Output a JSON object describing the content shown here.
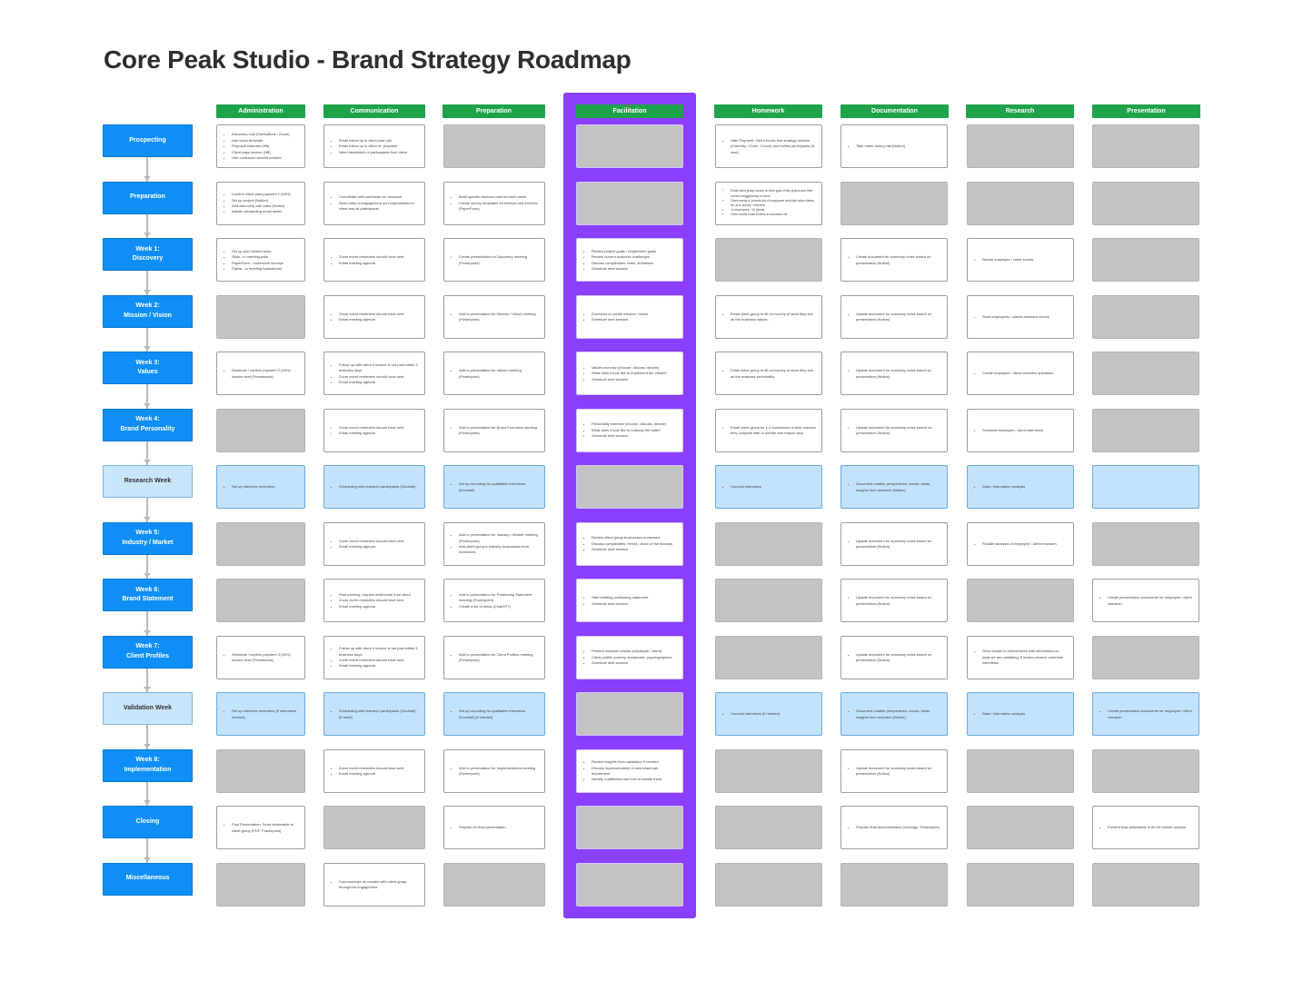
{
  "title": "Core Peak Studio - Brand Strategy Roadmap",
  "colors": {
    "header_green": "#1fa34a",
    "phase_blue": "#0f8ff5",
    "research_light_blue": "#c3e2fb",
    "facilitation_purple": "#8a3ffc",
    "placeholder_gray": "#c3c3c3"
  },
  "columns": [
    "Administration",
    "Communication",
    "Preparation",
    "Facilitation",
    "Homework",
    "Documentation",
    "Research",
    "Presentation"
  ],
  "phases": [
    {
      "lines": [
        "Prospecting"
      ],
      "style": "normal"
    },
    {
      "lines": [
        "Preparation"
      ],
      "style": "normal"
    },
    {
      "lines": [
        "Week 1:",
        "Discovery"
      ],
      "style": "normal"
    },
    {
      "lines": [
        "Week 2:",
        "Mission / Vision"
      ],
      "style": "normal"
    },
    {
      "lines": [
        "Week 3:",
        "Values"
      ],
      "style": "normal"
    },
    {
      "lines": [
        "Week 4:",
        "Brand Personality"
      ],
      "style": "normal"
    },
    {
      "lines": [
        "Research Week"
      ],
      "style": "research"
    },
    {
      "lines": [
        "Week 5:",
        "Industry / Market"
      ],
      "style": "normal"
    },
    {
      "lines": [
        "Week 6:",
        "Brand Statement"
      ],
      "style": "normal"
    },
    {
      "lines": [
        "Week 7:",
        "Client Profiles"
      ],
      "style": "normal"
    },
    {
      "lines": [
        "Validation Week"
      ],
      "style": "research"
    },
    {
      "lines": [
        "Week 8:",
        "Implementation"
      ],
      "style": "normal"
    },
    {
      "lines": [
        "Closing"
      ],
      "style": "normal"
    },
    {
      "lines": [
        "Miscellaneous"
      ],
      "style": "normal"
    }
  ],
  "rows": [
    {
      "cells": [
        {
          "items": [
            "Discovery Call (HoneyBook / Zoom)",
            "Use script template",
            "Proposal estimate (HB)",
            "Client pays invoice (HB)",
            "Hire contractor when/if needed"
          ]
        },
        {
          "items": [
            "Email follow up to client past call",
            "Email follow up to client re: proposer",
            "Need facsimile/s of participants from client"
          ]
        },
        {
          "items": []
        },
        {
          "items": []
        },
        {
          "items": [
            "After Payment: Client books first strategy session (Calendly / Zoom, 3-hour) and invites participants (5 max)"
          ]
        },
        {
          "items": [
            "Take notes during call (Notion)"
          ]
        },
        {
          "items": []
        },
        {
          "items": []
        }
      ]
    },
    {
      "cells": [
        {
          "items": [
            "Confirm client paid payment 1 (40%)",
            "Set up project (Notion)",
            "Add discovery call notes (Notion)",
            "Initiate onboarding email series"
          ]
        },
        {
          "items": [
            "Coordinate with contractor re: research",
            "Send rules of engagement and expectations to client and all participants"
          ]
        },
        {
          "items": [
            "Build specific exercise plan for each week",
            "Create survey templates for internal and external (PaperForm)"
          ]
        },
        {
          "items": []
        },
        {
          "items": [
            "Email client group survey re: their goal of this project and their current struggles/why in focus",
            "Client needs to provide list of employees and high value clients for us to survey / interview",
            "10 employees / 10 clients",
            "Client sends email to them to introduce me"
          ],
          "small": true
        },
        {
          "items": []
        },
        {
          "items": []
        },
        {
          "items": []
        }
      ]
    },
    {
      "cells": [
        {
          "items": [
            "Set up any needed tools:",
            "Slido - in meeting polls",
            "PaperForm - homework surveys",
            "Figma - in meeting brainstorms"
          ]
        },
        {
          "items": [
            "Zoom event reminders should have sent",
            "Email meeting agenda"
          ]
        },
        {
          "items": [
            "Create presentation for Discovery meeting (Powerpoint)"
          ]
        },
        {
          "items": [
            "Review project goals / department goals",
            "Review current business challenges",
            "Discuss complexities, fears, limitations",
            "Schedule next session"
          ]
        },
        {
          "items": []
        },
        {
          "items": [
            "Create document for summary notes based on presentation (Notion)"
          ]
        },
        {
          "items": [
            "Revise employee / client survey"
          ]
        },
        {
          "items": []
        }
      ]
    },
    {
      "cells": [
        {
          "items": []
        },
        {
          "items": [
            "Zoom event reminders should have sent",
            "Email meeting agenda"
          ]
        },
        {
          "items": [
            "Add to presentation for Mission / Vision meeting (Powerpoint)"
          ]
        },
        {
          "items": [
            "Exercises to create mission / vision",
            "Schedule next session"
          ]
        },
        {
          "items": [
            "Email client group to fill out survey of what they see as the business values."
          ]
        },
        {
          "items": [
            "Update document for summary notes based on presentation (Notion)"
          ]
        },
        {
          "items": [
            "Send employees / clients research survey"
          ]
        },
        {
          "items": []
        }
      ]
    },
    {
      "cells": [
        {
          "items": [
            "Schedule / confirm payment 2 (30%) invoice sent (Freshbooks)"
          ]
        },
        {
          "items": [
            "Follow up with client if invoice is not paid within 3 business days",
            "Zoom event reminders should have sent",
            "Email meeting agenda"
          ]
        },
        {
          "items": [
            "Add to presentation for Values meeting (Powerpoint)"
          ]
        },
        {
          "items": [
            "Values exercise (choose, discuss, decide)",
            "What does it look like to implement the values?",
            "Schedule next session"
          ]
        },
        {
          "items": [
            "Email client group to fill out survey of what they see as the business personality."
          ]
        },
        {
          "items": [
            "Update document for summary notes based on presentation (Notion)"
          ]
        },
        {
          "items": [
            "Create employee / client interview questions"
          ]
        },
        {
          "items": []
        }
      ]
    },
    {
      "cells": [
        {
          "items": []
        },
        {
          "items": [
            "Zoom event reminders should have sent",
            "Email meeting agenda"
          ]
        },
        {
          "items": [
            "Add to presentation for Brand Exercises meeting (Powerpoint)"
          ]
        },
        {
          "items": [
            "Personality exercise (choose, discuss, decide)",
            "What does it look like to embody the traits?",
            "Schedule next session"
          ]
        },
        {
          "items": [
            "Email client group for 1-2 businesses in their industry they compete with or admire and reason why."
          ]
        },
        {
          "items": [
            "Update document for summary notes based on presentation (Notion)"
          ]
        },
        {
          "items": [
            "Schedule employee / client interviews"
          ]
        },
        {
          "items": []
        }
      ]
    },
    {
      "cells": [
        {
          "items": [
            "Set up interview reminders"
          ]
        },
        {
          "items": [
            "Scheduling with research participants (Dovetail)"
          ]
        },
        {
          "items": [
            "Set up recording for qualitative interviews (Dovetail)"
          ]
        },
        {
          "items": []
        },
        {
          "items": [
            "Conduct interviews"
          ]
        },
        {
          "items": [
            "Document notable perspectives, trends, ideas, insights from research (Notion)"
          ]
        },
        {
          "items": [
            "Data / information analysis"
          ]
        },
        {
          "items": []
        }
      ]
    },
    {
      "cells": [
        {
          "items": []
        },
        {
          "items": [
            "Zoom event reminders should have sent",
            "Email meeting agenda"
          ]
        },
        {
          "items": [
            "Add to presentation for Industry / Market meeting (Powerpoint)",
            "Add client group's industry businesses from homework"
          ]
        },
        {
          "items": [
            "Review client group businesses homework",
            "Discuss complexities, trends, vision of the industry",
            "Schedule next session"
          ]
        },
        {
          "items": []
        },
        {
          "items": [
            "Update document for summary notes based on presentation (Notion)"
          ]
        },
        {
          "items": [
            "Finalize analysis of employee / client research"
          ]
        },
        {
          "items": []
        }
      ]
    },
    {
      "cells": [
        {
          "items": []
        },
        {
          "items": [
            "Post meeting: request testimonial from client",
            "Zoom event reminders should have sent",
            "Email meeting agenda"
          ]
        },
        {
          "items": [
            "Add to presentation for Positioning Statement meeting (Powerpoint)",
            "Create a list of ideas (ChatGPT)"
          ]
        },
        {
          "items": [
            "Start building positioning statement",
            "Schedule next session"
          ]
        },
        {
          "items": []
        },
        {
          "items": [
            "Update document for summary notes based on presentation (Notion)"
          ]
        },
        {
          "items": []
        },
        {
          "items": [
            "Create presentation documents for employee / client research"
          ]
        }
      ]
    },
    {
      "cells": [
        {
          "items": [
            "Schedule / confirm payment 3 (30%) invoice sent (Freshbooks)"
          ]
        },
        {
          "items": [
            "Follow up with client if invoice is not paid within 3 business days",
            "Zoom event reminders should have sent",
            "Email meeting agenda"
          ]
        },
        {
          "items": [
            "Add to presentation for Client Profiles meeting (Powerpoint)"
          ]
        },
        {
          "items": [
            "Present research results (employee / client)",
            "Client profile: journey, storyboard, psychographics",
            "Schedule next session"
          ]
        },
        {
          "items": []
        },
        {
          "items": [
            "Update document for summary notes based on presentation (Notion)"
          ]
        },
        {
          "items": [
            "Send emails to interviewees with information on what we are validating, if issues present, schedule interviews."
          ]
        },
        {
          "items": []
        }
      ]
    },
    {
      "cells": [
        {
          "items": [
            "Set up interview reminders (if interviews needed)"
          ]
        },
        {
          "items": [
            "Scheduling with research participants (Dovetail) (if need)"
          ]
        },
        {
          "items": [
            "Set up recording for qualitative interviews (Dovetail) (if needed)"
          ]
        },
        {
          "items": []
        },
        {
          "items": [
            "Conduct interviews (if needed)"
          ]
        },
        {
          "items": [
            "Document notable perspectives, trends, ideas, insights from research (Notion)"
          ]
        },
        {
          "items": [
            "Data / information analysis"
          ]
        },
        {
          "items": [
            "Create presentation documents for employee / client research"
          ]
        }
      ]
    },
    {
      "cells": [
        {
          "items": []
        },
        {
          "items": [
            "Zoom event reminders should have sent",
            "Email meeting agenda"
          ]
        },
        {
          "items": [
            "Add to presentation for Implementation meeting (Powerpoint)"
          ]
        },
        {
          "items": [
            "Review insights from validation, if needed",
            "Discuss implementation of new brand per department",
            "Identify roadblocks and how to handle them"
          ]
        },
        {
          "items": []
        },
        {
          "items": [
            "Update document for summary notes based on presentation (Notion)"
          ]
        },
        {
          "items": []
        },
        {
          "items": []
        }
      ]
    },
    {
      "cells": [
        {
          "items": [
            "Post Presentation: Send deliverable to client group (PDF, Powerpoint)"
          ]
        },
        {
          "items": []
        },
        {
          "items": [
            "Prepare for final presentation"
          ]
        },
        {
          "items": []
        },
        {
          "items": []
        },
        {
          "items": [
            "Prepare final documentation (InDesign, Powerpoint)"
          ]
        },
        {
          "items": []
        },
        {
          "items": [
            "Present final deliverable in 60-90 minute session."
          ]
        }
      ]
    },
    {
      "cells": [
        {
          "items": []
        },
        {
          "items": [
            "Communicate as needed with client group throughout engagement"
          ]
        },
        {
          "items": []
        },
        {
          "items": []
        },
        {
          "items": []
        },
        {
          "items": []
        },
        {
          "items": []
        },
        {
          "items": []
        }
      ]
    }
  ]
}
